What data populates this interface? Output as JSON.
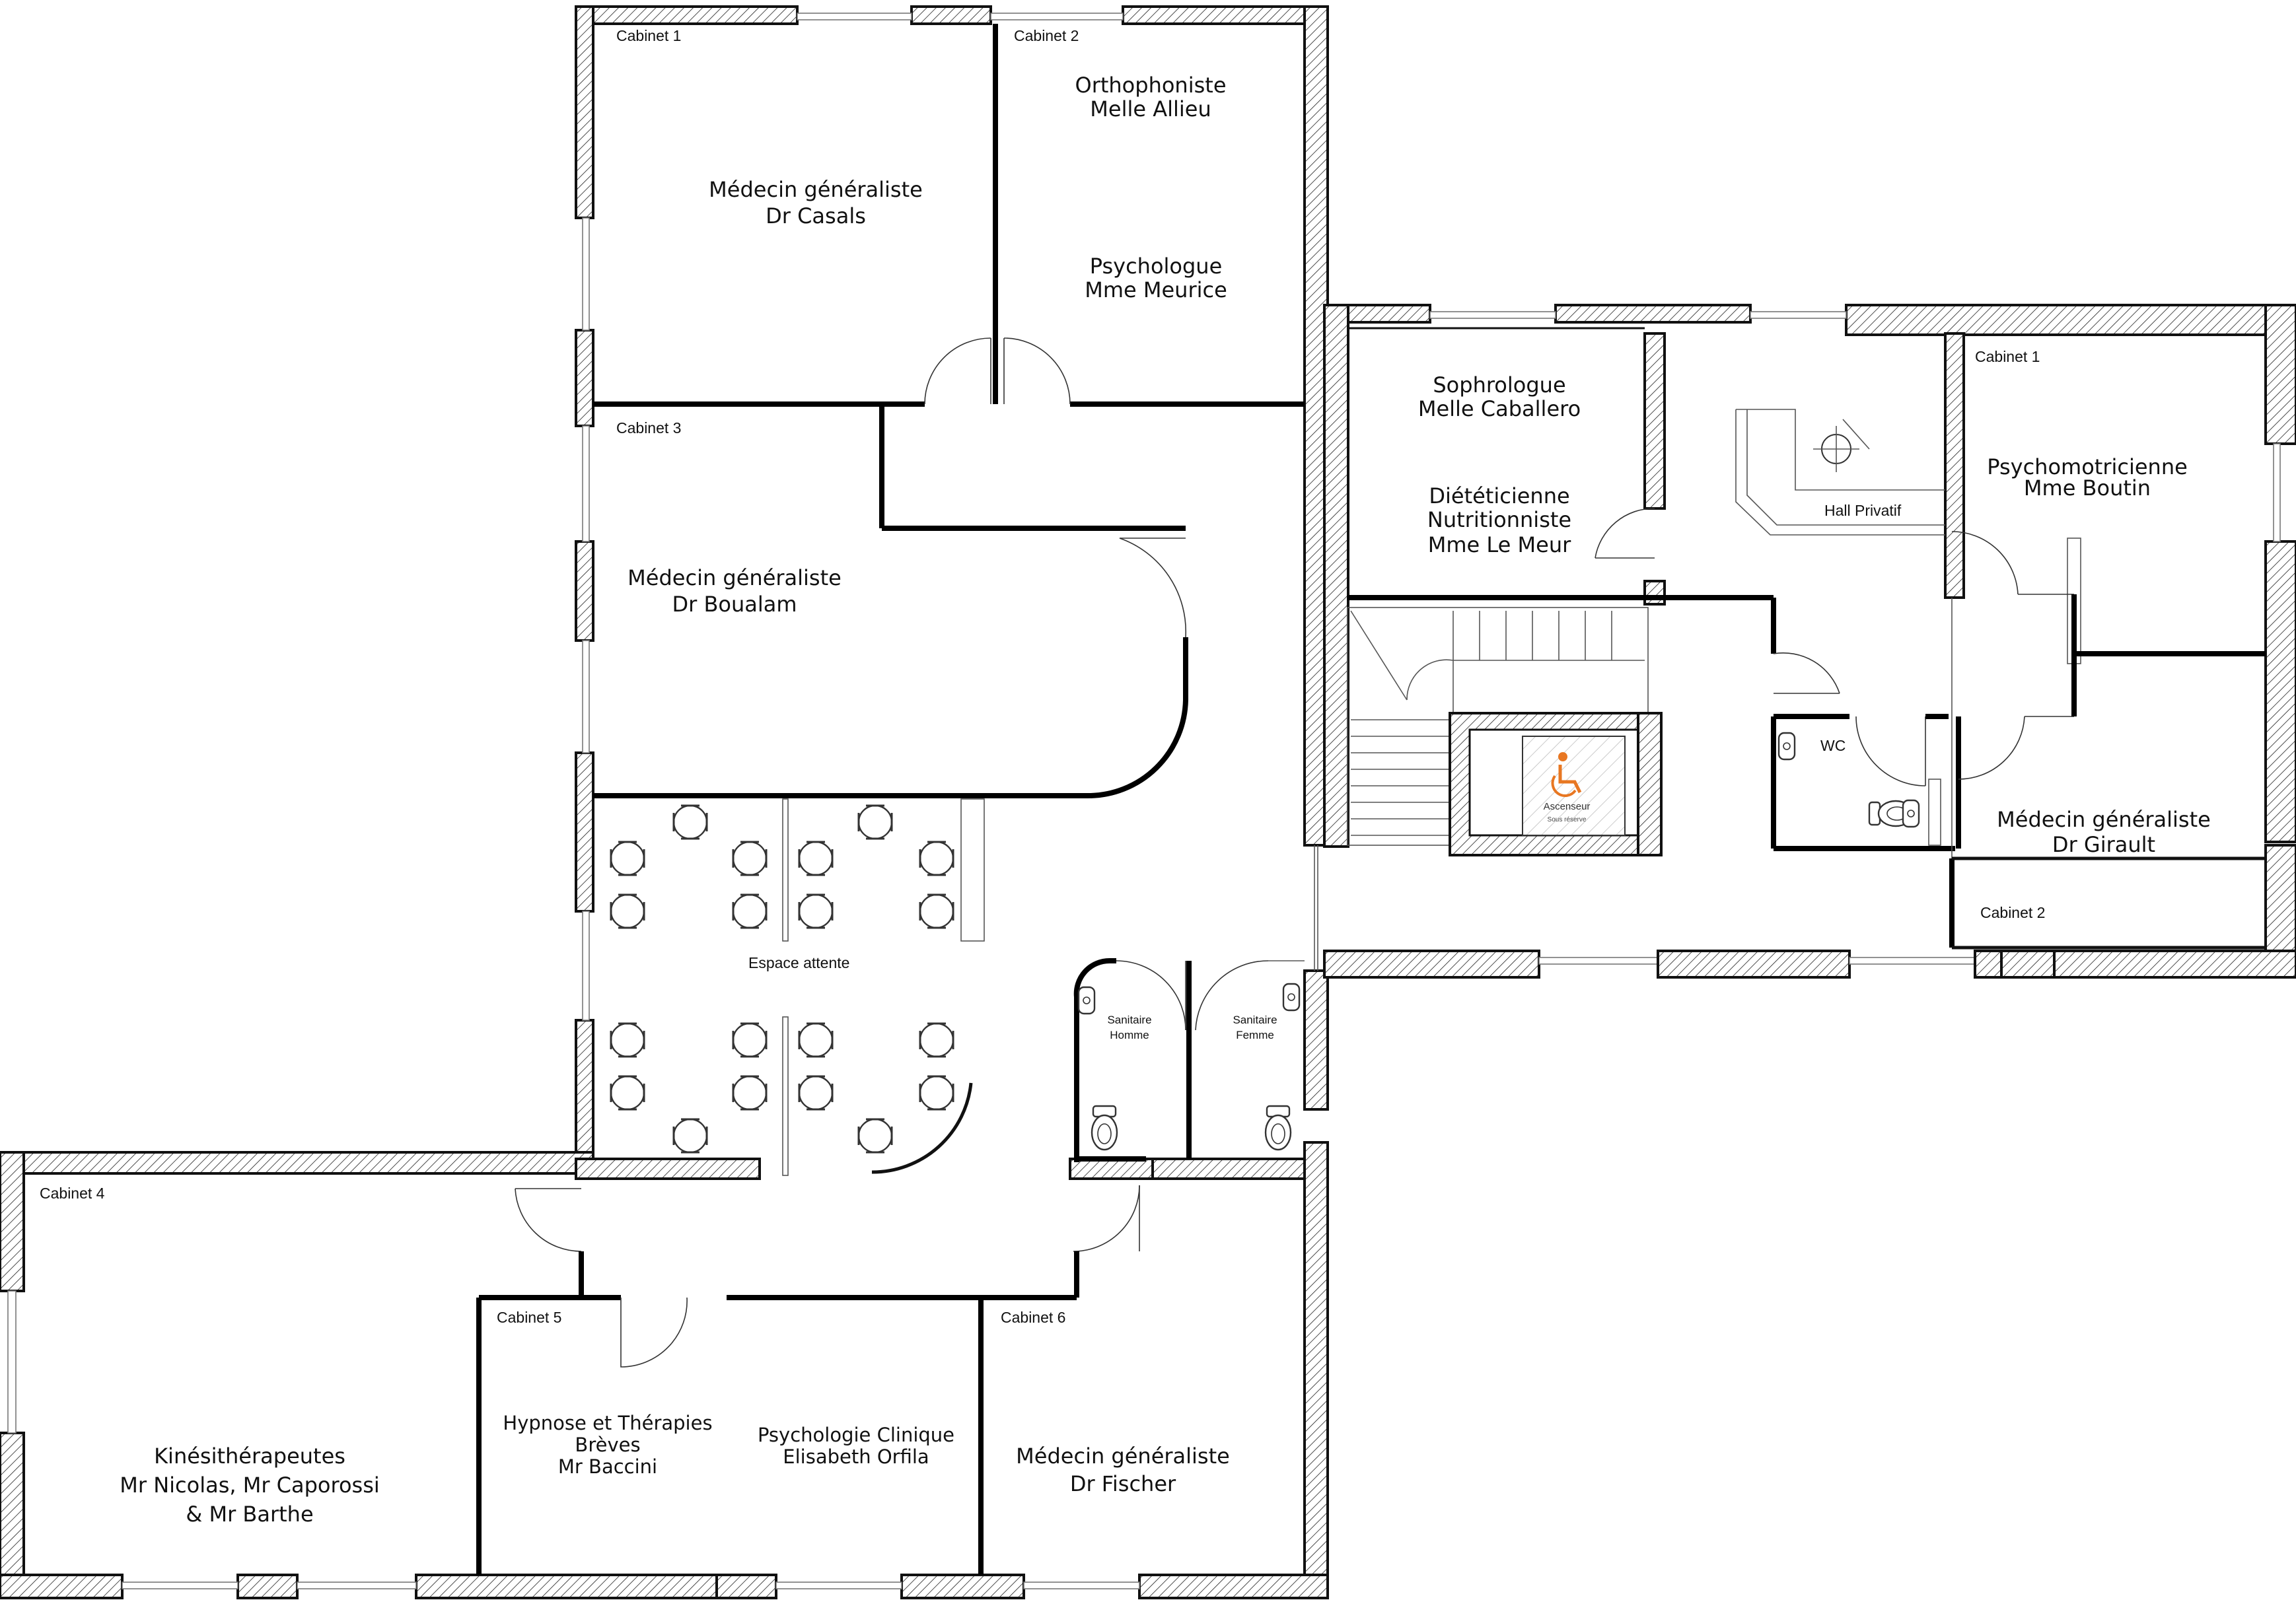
{
  "cabinets_left": {
    "c1": {
      "tag": "Cabinet 1",
      "line1": "Médecin généraliste",
      "line2": "Dr  Casals"
    },
    "c2": {
      "tag": "Cabinet 2",
      "line1": "Orthophoniste",
      "line2": "Melle  Allieu",
      "line3": "Psychologue",
      "line4": "Mme Meurice"
    },
    "c3": {
      "tag": "Cabinet 3",
      "line1": "Médecin généraliste",
      "line2": "Dr  Boualam"
    },
    "c4": {
      "tag": "Cabinet 4",
      "line1": "Kinésithérapeutes",
      "line2": "Mr Nicolas, Mr Caporossi",
      "line3": "& Mr Barthe"
    },
    "c5": {
      "tag": "Cabinet 5",
      "a1": "Hypnose et Thérapies",
      "a2": "Brèves",
      "a3": "Mr Baccini",
      "b1": "Psychologie Clinique",
      "b2": "Elisabeth Orfila"
    },
    "c6": {
      "tag": "Cabinet 6",
      "line1": "Médecin généraliste",
      "line2": "Dr Fischer"
    }
  },
  "waiting": {
    "label": "Espace attente"
  },
  "sanitaires": {
    "homme1": "Sanitaire",
    "homme2": "Homme",
    "femme1": "Sanitaire",
    "femme2": "Femme"
  },
  "cabinets_right": {
    "soph": {
      "line1": "Sophrologue",
      "line2": "Melle Caballero",
      "line3": "Diététicienne",
      "line4": "Nutritionniste",
      "line5": "Mme Le Meur"
    },
    "r1": {
      "tag": "Cabinet 1",
      "line1": "Psychomotricienne",
      "line2": "Mme Boutin"
    },
    "r2": {
      "tag": "Cabinet 2",
      "line1": "Médecin généraliste",
      "line2": "Dr Girault"
    },
    "hall": "Hall Privatif",
    "wc": "WC",
    "lift": {
      "line1": "Ascenseur",
      "line2": "Sous réserve"
    }
  },
  "colors": {
    "accent": "#e87722",
    "wall": "#111111",
    "paper": "#ffffff"
  },
  "icons": {
    "lift": "wheelchair-icon"
  }
}
